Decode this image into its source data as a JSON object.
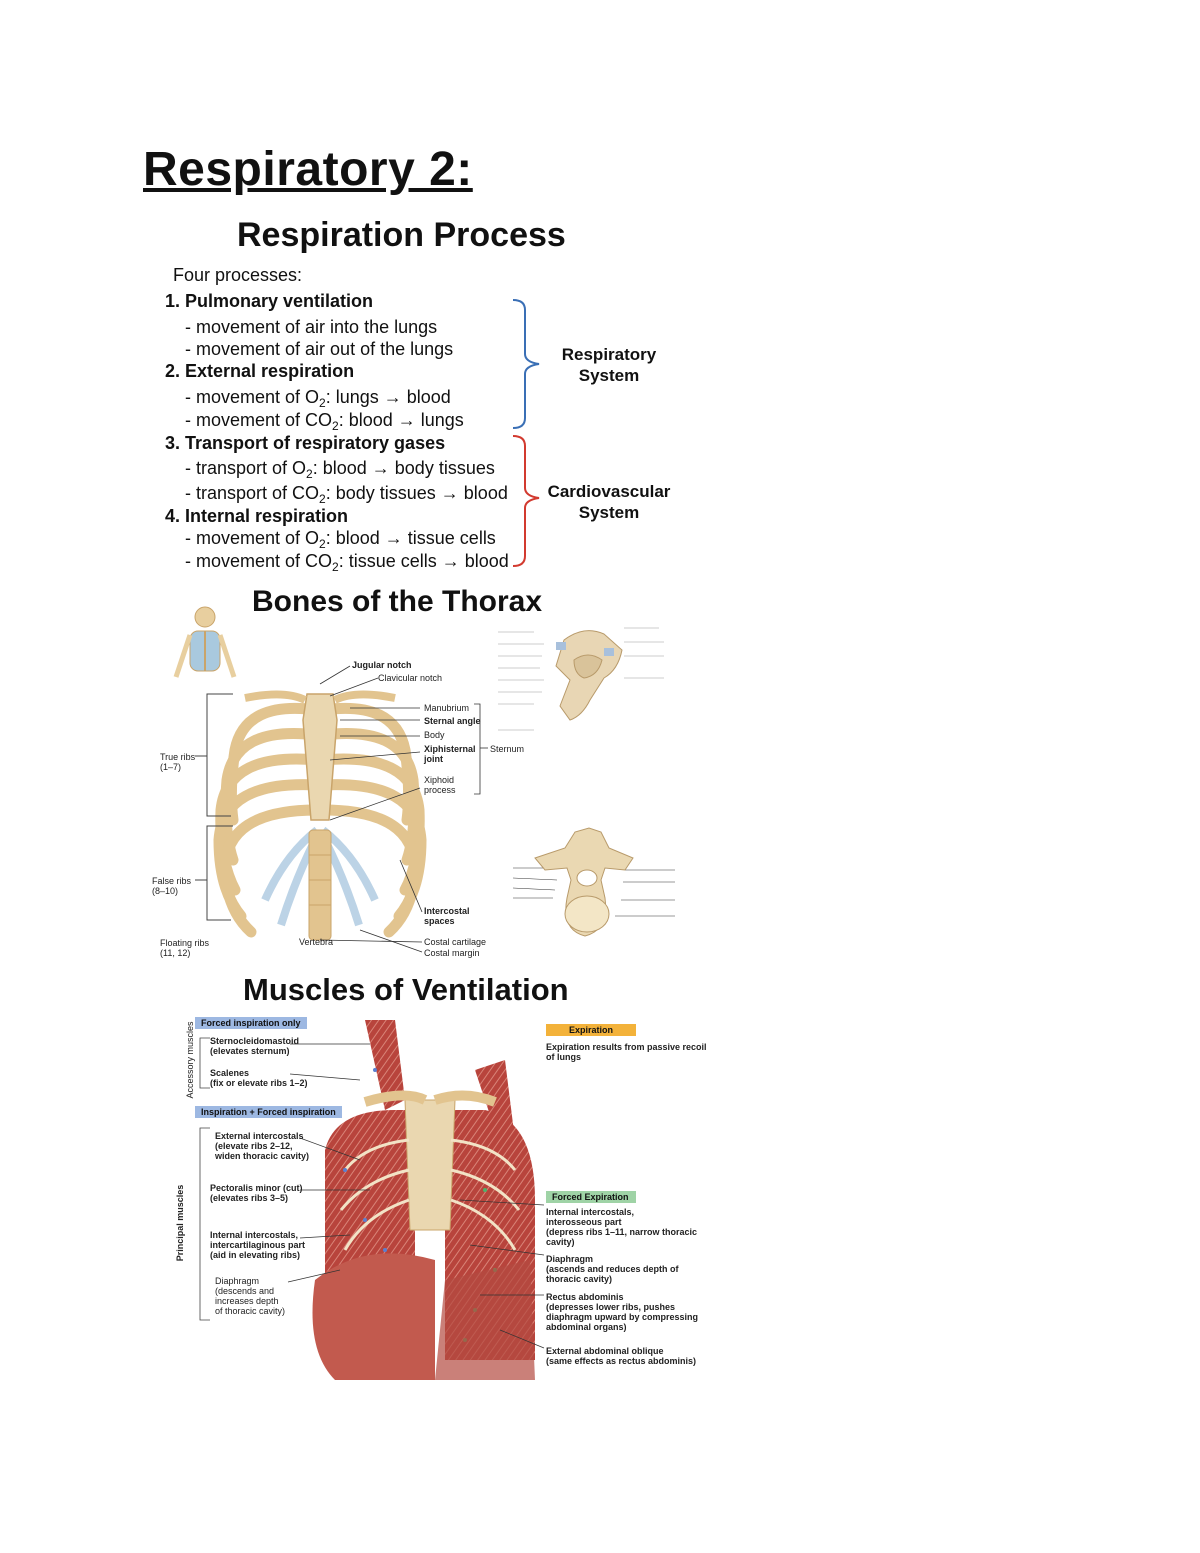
{
  "doc_title": "Respiratory 2:",
  "respiration": {
    "heading": "Respiration Process",
    "intro": "Four processes:",
    "p1": {
      "title": "1. Pulmonary ventilation",
      "a": "- movement of air into the lungs",
      "b": "- movement of air out of the lungs"
    },
    "p2": {
      "title": "2.  External respiration",
      "a_pre": "- movement of O",
      "a_post": ": lungs → blood",
      "b_pre": "- movement of CO",
      "b_post": ": blood → lungs"
    },
    "p3": {
      "title": "3.  Transport of respiratory gases",
      "a_pre": "- transport of O",
      "a_post": ": blood → body tissues",
      "b_pre": "- transport of CO",
      "b_post": ": body tissues → blood"
    },
    "p4": {
      "title": "4. Internal respiration",
      "a_pre": "- movement of O",
      "a_post": ": blood → tissue cells",
      "b_pre": "- movement of CO",
      "b_post": ": tissue cells → blood"
    },
    "subscript": "2",
    "group1": {
      "line1": "Respiratory",
      "line2": "System",
      "color": "#3a6fb5"
    },
    "group2": {
      "line1": "Cardiovascular",
      "line2": "System",
      "color": "#d23a2f"
    }
  },
  "thorax": {
    "heading": "Bones of the Thorax",
    "labels": {
      "jugular": "Jugular notch",
      "clavicular": "Clavicular notch",
      "manubrium": "Manubrium",
      "sternal_angle": "Sternal angle",
      "body": "Body",
      "xiphisternal_1": "Xiphisternal",
      "xiphisternal_2": "joint",
      "xiphoid_1": "Xiphoid",
      "xiphoid_2": "process",
      "sternum": "Sternum",
      "true_ribs_1": "True ribs",
      "true_ribs_2": "(1–7)",
      "false_ribs_1": "False ribs",
      "false_ribs_2": "(8–10)",
      "floating_1": "Floating ribs",
      "floating_2": "(11, 12)",
      "intercostal_1": "Intercostal",
      "intercostal_2": "spaces",
      "costal_cartilage": "Costal cartilage",
      "costal_margin": "Costal margin",
      "vertebra": "Vertebra"
    },
    "colors": {
      "bone": "#e8cf9f",
      "bone_dark": "#c9a46a",
      "cartilage": "#bcd3e6"
    }
  },
  "muscles": {
    "heading": "Muscles of Ventilation",
    "tags": {
      "forced_insp": "Forced inspiration only",
      "insp_forced": "Inspiration + Forced inspiration",
      "expiration": "Expiration",
      "forced_exp": "Forced Expiration"
    },
    "side_labels": {
      "accessory": "Accessory muscles",
      "principal": "Principal muscles"
    },
    "left": {
      "scm_1": "Sternocleidomastoid",
      "scm_2": "(elevates sternum)",
      "scal_1": "Scalenes",
      "scal_2": "(fix or elevate ribs 1–2)",
      "ext_1": "External intercostals",
      "ext_2": "(elevate ribs 2–12,",
      "ext_3": "widen thoracic cavity)",
      "pec_1": "Pectoralis minor (cut)",
      "pec_2": "(elevates ribs 3–5)",
      "int_1": "Internal intercostals,",
      "int_2": "intercartilaginous part",
      "int_3": "(aid in elevating ribs)",
      "dia_1": "Diaphragm",
      "dia_2": "(descends and",
      "dia_3": "increases depth",
      "dia_4": "of thoracic cavity)"
    },
    "right": {
      "exp_1": "Expiration results from passive recoil",
      "exp_2": "of lungs",
      "ii_1": "Internal intercostals,",
      "ii_2": "interosseous part",
      "ii_3": "(depress ribs 1–11, narrow thoracic",
      "ii_4": "cavity)",
      "dia_1": "Diaphragm",
      "dia_2": "(ascends and reduces depth of",
      "dia_3": "thoracic cavity)",
      "rect_1": "Rectus abdominis",
      "rect_2": "(depresses lower ribs, pushes",
      "rect_3": "diaphragm upward by compressing",
      "rect_4": "abdominal organs)",
      "obl_1": "External abdominal oblique",
      "obl_2": "(same effects as rectus abdominis)"
    },
    "colors": {
      "muscle": "#b8443c",
      "muscle_light": "#d98478",
      "tag_blue": "#9db8e2",
      "tag_orange": "#f3b23a",
      "tag_green": "#9fd3a6"
    }
  }
}
